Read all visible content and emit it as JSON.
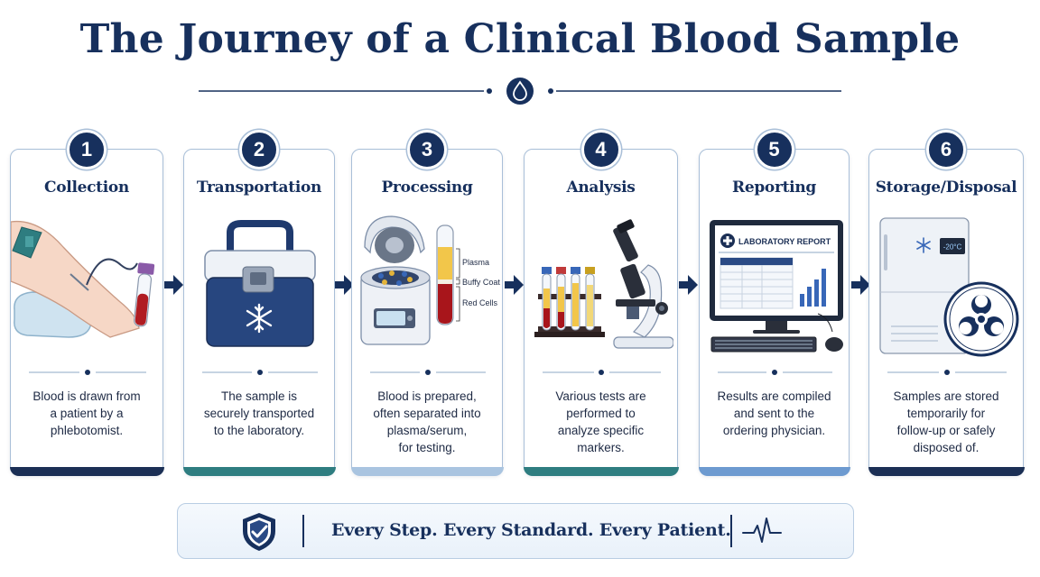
{
  "title": "The Journey of a Clinical Blood Sample",
  "colors": {
    "navy": "#17305d",
    "bar_navy": "#1b2f55",
    "bar_teal": "#2e7d80",
    "bar_light_blue": "#a9c4e0",
    "bar_medium_blue": "#6d9ad0"
  },
  "steps": [
    {
      "number": "1",
      "title": "Collection",
      "description": "Blood is drawn from\na patient by a\nphlebotomist.",
      "icon": "blood-draw-arm-illustration",
      "bar_color": "#1b2f55"
    },
    {
      "number": "2",
      "title": "Transportation",
      "description": "The sample is\nsecurely transported\nto the laboratory.",
      "icon": "cooler-box-illustration",
      "bar_color": "#2e7d80"
    },
    {
      "number": "3",
      "title": "Processing",
      "description": "Blood is prepared,\noften separated into\nplasma/serum,\nfor testing.",
      "icon": "centrifuge-illustration",
      "bar_color": "#a9c4e0",
      "labels": {
        "plasma": "Plasma",
        "buffy": "Buffy Coat",
        "red": "Red Cells"
      }
    },
    {
      "number": "4",
      "title": "Analysis",
      "description": "Various tests are\nperformed to\nanalyze specific\nmarkers.",
      "icon": "microscope-illustration",
      "bar_color": "#2e7d80"
    },
    {
      "number": "5",
      "title": "Reporting",
      "description": "Results are compiled\nand sent to the\nordering physician.",
      "icon": "computer-report-illustration",
      "bar_color": "#6d9ad0",
      "report_heading": "LABORATORY REPORT"
    },
    {
      "number": "6",
      "title": "Storage/Disposal",
      "description": "Samples are stored\ntemporarily for\nfollow-up or safely\ndisposed of.",
      "icon": "freezer-biohazard-illustration",
      "bar_color": "#1b2f55",
      "freezer_temp": "-20°C"
    }
  ],
  "footer": {
    "tagline": "Every Step. Every Standard. Every Patient.",
    "left_icon": "shield-check-icon",
    "right_icon": "heartbeat-icon"
  }
}
